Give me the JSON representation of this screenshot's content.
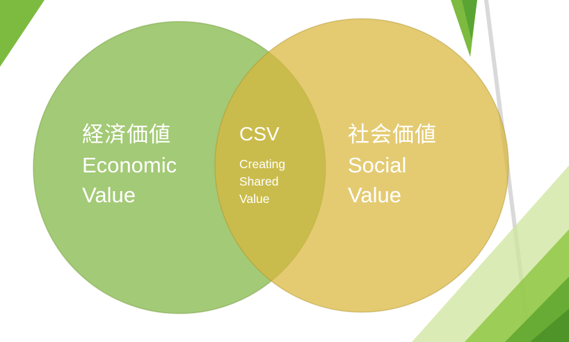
{
  "slide": {
    "background": "#ffffff",
    "accent_colors": {
      "corner_green": "#7CBB3F",
      "wedge_green_dark": "#55A031",
      "line_gray": "#D9D9D9",
      "br_light_green": "#CFE49E",
      "br_mid_green": "#8CC63F",
      "br_deep_green": "#63A832",
      "br_dark_green": "#4F9428"
    },
    "venn": {
      "left": {
        "fill": "#7FB541",
        "label_jp": "経済価値",
        "label_en": [
          "Economic",
          "Value"
        ]
      },
      "right": {
        "fill": "#D9B73C",
        "label_jp": "社会価値",
        "label_en": [
          "Social",
          "Value"
        ]
      },
      "intersection": {
        "acronym": "CSV",
        "expansion": [
          "Creating",
          "Shared",
          "Value"
        ]
      }
    }
  }
}
